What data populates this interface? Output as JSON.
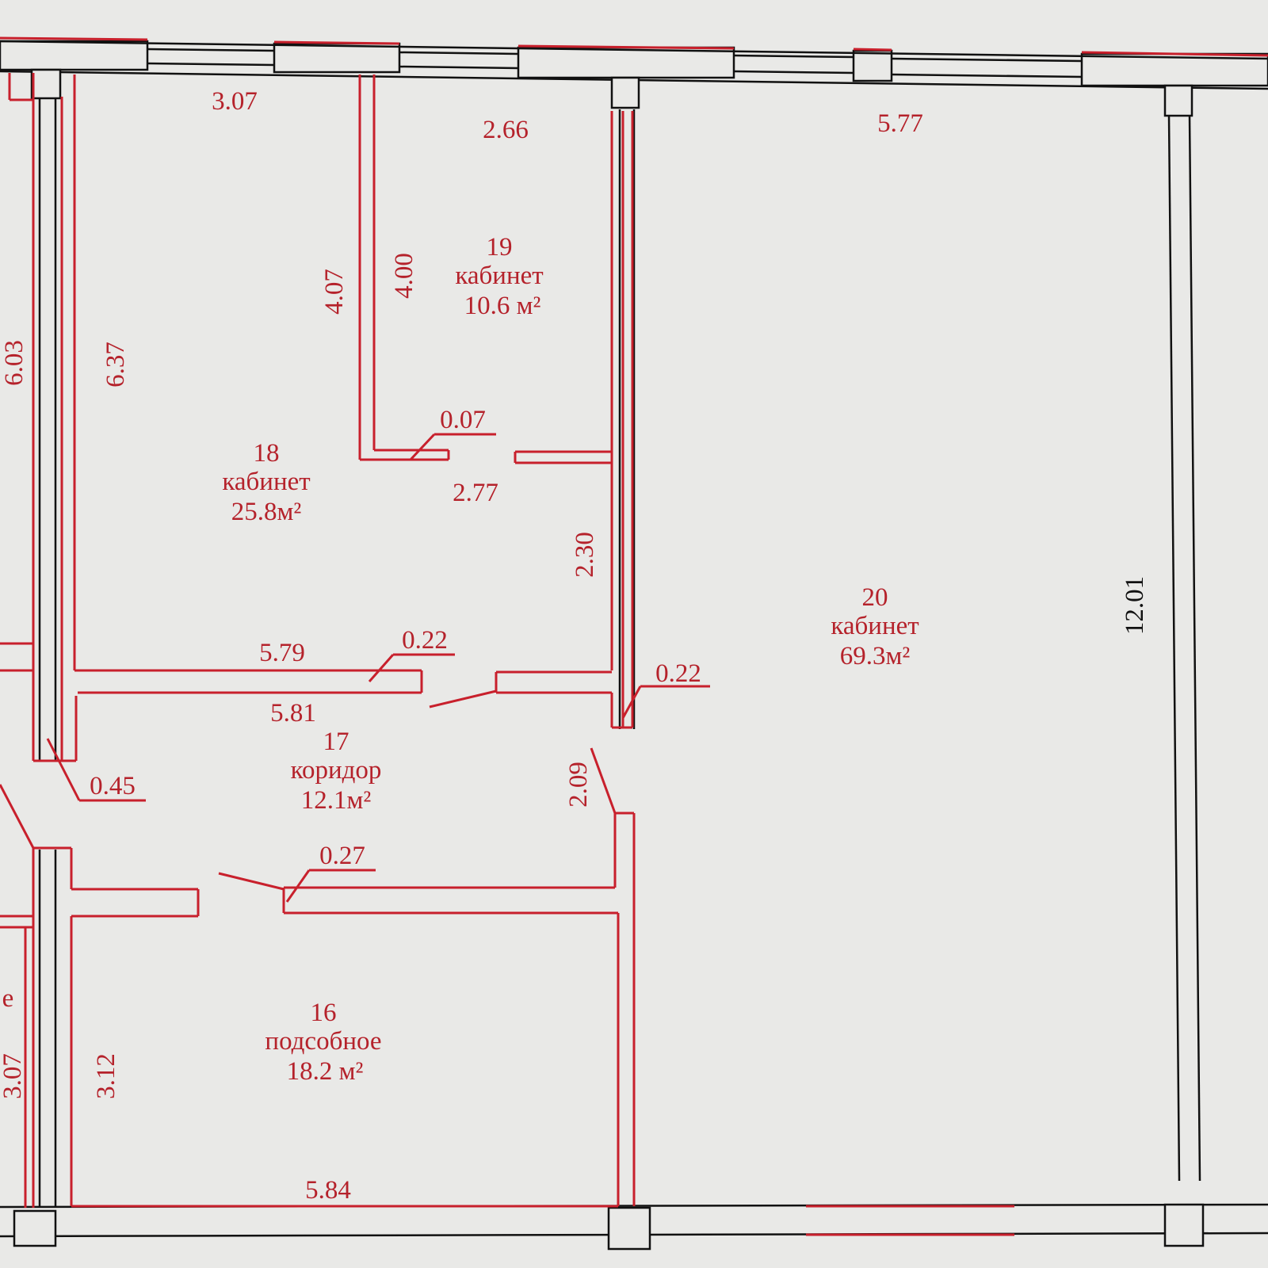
{
  "colors": {
    "accent": "#c8202c",
    "wall": "#111111",
    "paper": "#e9e9e7"
  },
  "rooms": [
    {
      "number": "19",
      "name": "кабинет",
      "area": "10.6 м²"
    },
    {
      "number": "18",
      "name": "кабинет",
      "area": "25.8м²"
    },
    {
      "number": "20",
      "name": "кабинет",
      "area": "69.3м²"
    },
    {
      "number": "17",
      "name": "коридор",
      "area": "12.1м²"
    },
    {
      "number": "16",
      "name": "подсобное",
      "area": "18.2 м²"
    }
  ],
  "partial_label": "е",
  "dimensions": [
    "3.07",
    "2.66",
    "5.77",
    "4.07",
    "4.00",
    "6.03",
    "6.37",
    "0.07",
    "2.77",
    "2.30",
    "12.01",
    "5.79",
    "0.22",
    "0.22",
    "5.81",
    "0.45",
    "2.09",
    "0.27",
    "3.07",
    "3.12",
    "5.84"
  ]
}
